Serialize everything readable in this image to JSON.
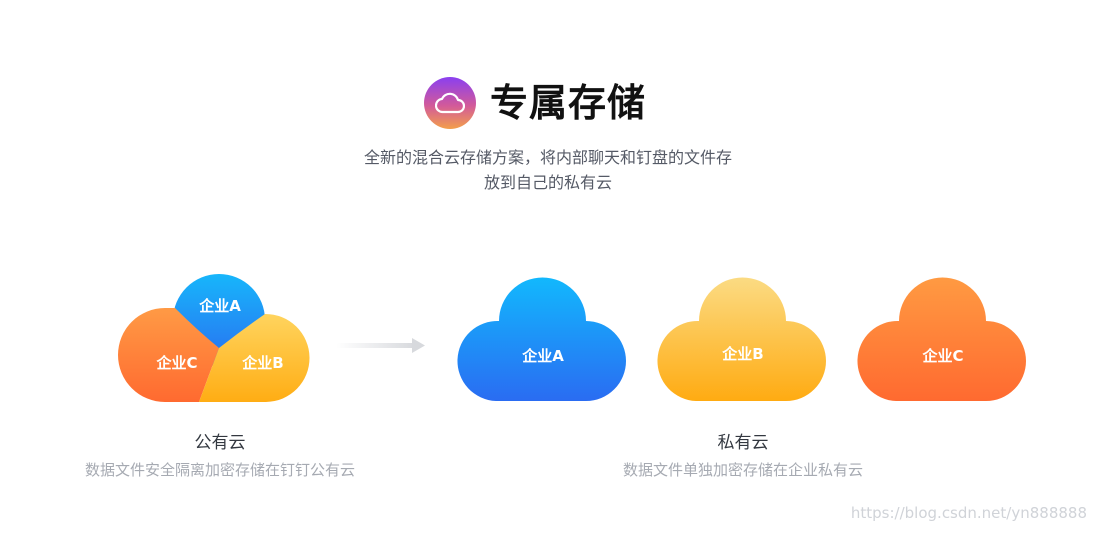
{
  "header": {
    "title": "专属存储",
    "icon": "cloud-icon",
    "icon_gradient": [
      "#8a3ff0",
      "#d25a9a",
      "#f3a04a"
    ],
    "subtitle_line1": "全新的混合云存储方案，将内部聊天和钉盘的文件存",
    "subtitle_line2": "放到自己的私有云"
  },
  "public_cloud": {
    "segments": [
      {
        "label": "企业A",
        "color_top": "#17b6fb",
        "color_bottom": "#2a6ff0"
      },
      {
        "label": "企业B",
        "color_top": "#ffd45e",
        "color_bottom": "#ffad14"
      },
      {
        "label": "企业C",
        "color_top": "#ff9a45",
        "color_bottom": "#ff6a30"
      }
    ],
    "title": "公有云",
    "description": "数据文件安全隔离加密存储在钉钉公有云"
  },
  "private_cloud": {
    "clouds": [
      {
        "label": "企业A",
        "color_top": "#12b8fd",
        "color_bottom": "#2a6cf2"
      },
      {
        "label": "企业B",
        "color_top": "#fbdb83",
        "color_bottom": "#ffab12"
      },
      {
        "label": "企业C",
        "color_top": "#ff9a42",
        "color_bottom": "#ff6a30"
      }
    ],
    "title": "私有云",
    "description": "数据文件单独加密存储在企业私有云"
  },
  "watermark": "https://blog.csdn.net/yn888888"
}
